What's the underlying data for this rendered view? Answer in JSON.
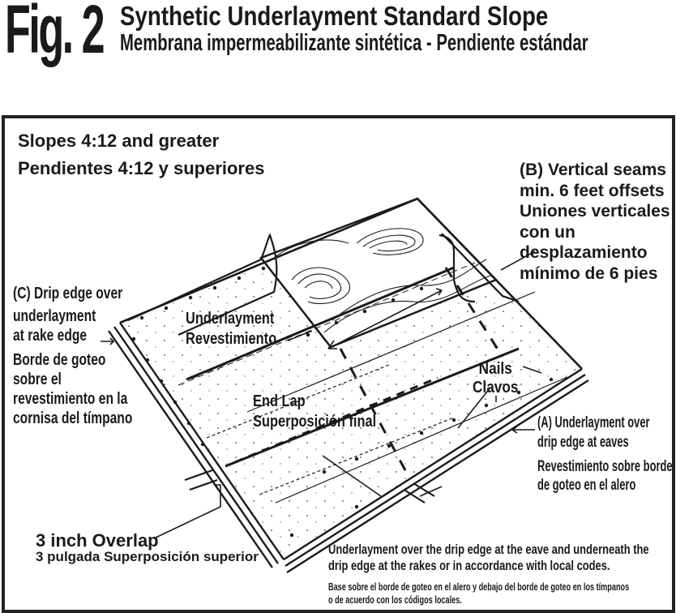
{
  "header": {
    "figure_number": "Fig. 2",
    "title": "Synthetic Underlayment Standard Slope",
    "subtitle": "Membrana impermeabilizante sintética - Pendiente estándar"
  },
  "slope_requirement": {
    "english": "Slopes 4:12 and greater",
    "spanish": "Pendientes 4:12 y superiores"
  },
  "callouts": {
    "vertical_seams": {
      "lines": [
        "(B) Vertical seams",
        "min. 6 feet offsets",
        "Uniones verticales",
        "con un",
        "desplazamiento",
        "mínimo de 6 pies"
      ]
    },
    "drip_edge_rake": {
      "lines": [
        "(C) Drip edge over",
        "underlayment",
        "at rake edge",
        "Borde de goteo",
        "sobre el",
        "revestimiento en la",
        "cornisa del tímpano"
      ]
    },
    "underlayment": {
      "english": "Underlayment",
      "spanish": "Revestimiento"
    },
    "end_lap": {
      "english": "End Lap",
      "spanish": "Superposición final"
    },
    "nails": {
      "english": "Nails",
      "spanish": "Clavos"
    },
    "eave": {
      "lines": [
        "(A) Underlayment over",
        "drip edge at eaves",
        "Revestimiento sobre borde",
        "de goteo en el alero"
      ]
    },
    "overlap": {
      "english": "3 inch Overlap",
      "spanish": "3 pulgada Superposición superior"
    }
  },
  "notes": {
    "english": [
      "Underlayment over the drip edge at the eave and underneath the",
      "drip edge at the rakes or in accordance with local codes."
    ],
    "spanish": [
      "Base sobre el borde de goteo en el alero y debajo del borde de goteo en los tímpanos",
      "o de acuerdo con los códigos locales."
    ]
  },
  "colors": {
    "ink": "#1a1a1a",
    "frame": "#222222",
    "background": "#ffffff"
  }
}
